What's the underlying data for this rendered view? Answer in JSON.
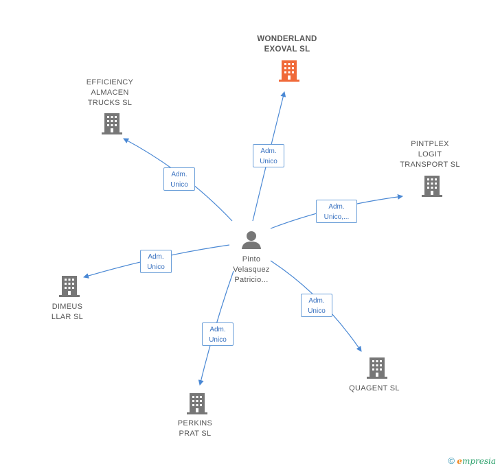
{
  "center": {
    "name": "Pinto\nVelasquez\nPatricio..."
  },
  "companies": {
    "wonderland": "WONDERLAND\nEXOVAL SL",
    "efficiency": "EFFICIENCY\nALMACEN\nTRUCKS SL",
    "pintplex": "PINTPLEX\nLOGIT\nTRANSPORT SL",
    "dimeus": "DIMEUS\nLLAR SL",
    "quagent": "QUAGENT SL",
    "perkins": "PERKINS\nPRAT SL"
  },
  "relations": {
    "wonderland": "Adm.\nUnico",
    "efficiency": "Adm.\nUnico",
    "pintplex": "Adm.\nUnico,...",
    "dimeus": "Adm.\nUnico",
    "quagent": "Adm.\nUnico",
    "perkins": "Adm.\nUnico"
  },
  "colors": {
    "highlight": "#f06a3a",
    "building": "#777777",
    "edge": "#4a88d4"
  },
  "footer": {
    "copyright": "©",
    "brand_initial": "e",
    "brand_rest": "mpresia"
  }
}
